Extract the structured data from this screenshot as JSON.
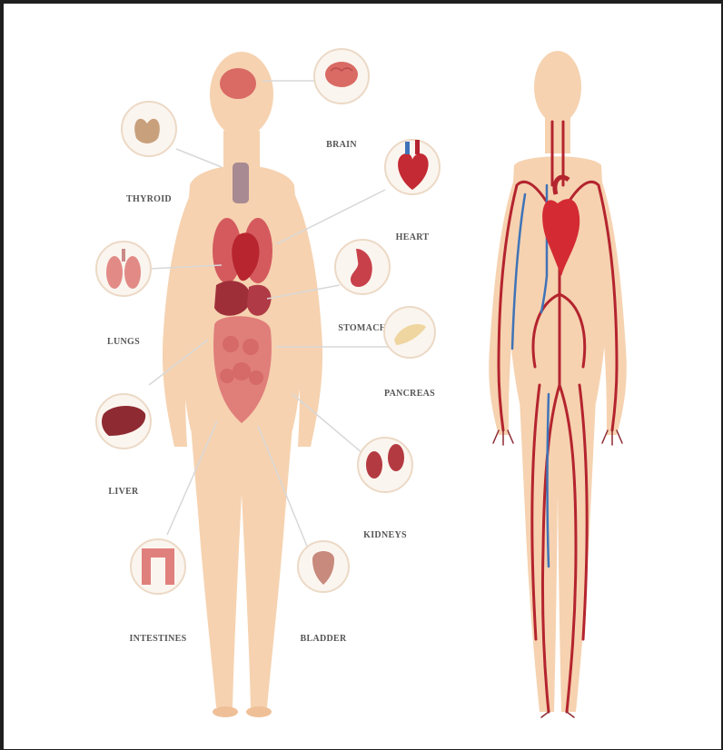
{
  "diagram": {
    "organs": [
      {
        "key": "thyroid",
        "label": "THYROID"
      },
      {
        "key": "brain",
        "label": "BRAIN"
      },
      {
        "key": "heart",
        "label": "HEART"
      },
      {
        "key": "lungs",
        "label": "LUNGS"
      },
      {
        "key": "stomach",
        "label": "STOMACH"
      },
      {
        "key": "pancreas",
        "label": "PANCREAS"
      },
      {
        "key": "liver",
        "label": "LIVER"
      },
      {
        "key": "kidneys",
        "label": "KIDNEYS"
      },
      {
        "key": "intestines",
        "label": "INTESTINES"
      },
      {
        "key": "bladder",
        "label": "BLADDER"
      }
    ]
  },
  "colors": {
    "skin": "#f6d2b0",
    "skin_shade": "#efc098",
    "organ_red": "#c8404a",
    "organ_dark": "#9e2f39",
    "artery": "#b4242e",
    "vein": "#3f73b8",
    "circle_bg": "#fbf5ef",
    "circle_ring": "#ecd9c6",
    "leader": "#d8d8d8"
  }
}
